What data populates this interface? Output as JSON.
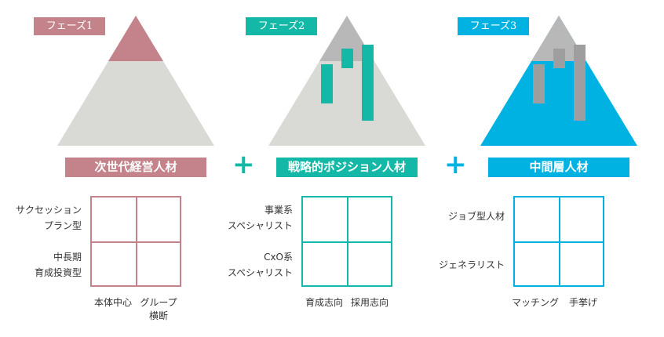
{
  "colors": {
    "phase1": "#c4838b",
    "phase2": "#14b8a6",
    "phase3": "#00b2e2",
    "mountain": "#d9d9d5",
    "mountain_top": "#b8b8b8",
    "pillar": "#9e9e9e"
  },
  "phases": [
    {
      "tag": "フェーズ1",
      "bar": "次世代経営人材",
      "y_labels": [
        [
          "サクセッション",
          "プラン型"
        ],
        [
          "中長期",
          "育成投資型"
        ]
      ],
      "x_labels": [
        [
          "本体中心"
        ],
        [
          "グループ",
          "横断"
        ]
      ]
    },
    {
      "tag": "フェーズ2",
      "bar": "戦略的ポジション人材",
      "y_labels": [
        [
          "事業系",
          "スペシャリスト"
        ],
        [
          "CxO系",
          "スペシャリスト"
        ]
      ],
      "x_labels": [
        [
          "育成志向"
        ],
        [
          "採用志向"
        ]
      ]
    },
    {
      "tag": "フェーズ3",
      "bar": "中間層人材",
      "y_labels": [
        [
          "ジョブ型人材"
        ],
        [
          "ジェネラリスト"
        ]
      ],
      "x_labels": [
        [
          "マッチング"
        ],
        [
          "手挙げ"
        ]
      ]
    }
  ],
  "plus_sign": "+"
}
